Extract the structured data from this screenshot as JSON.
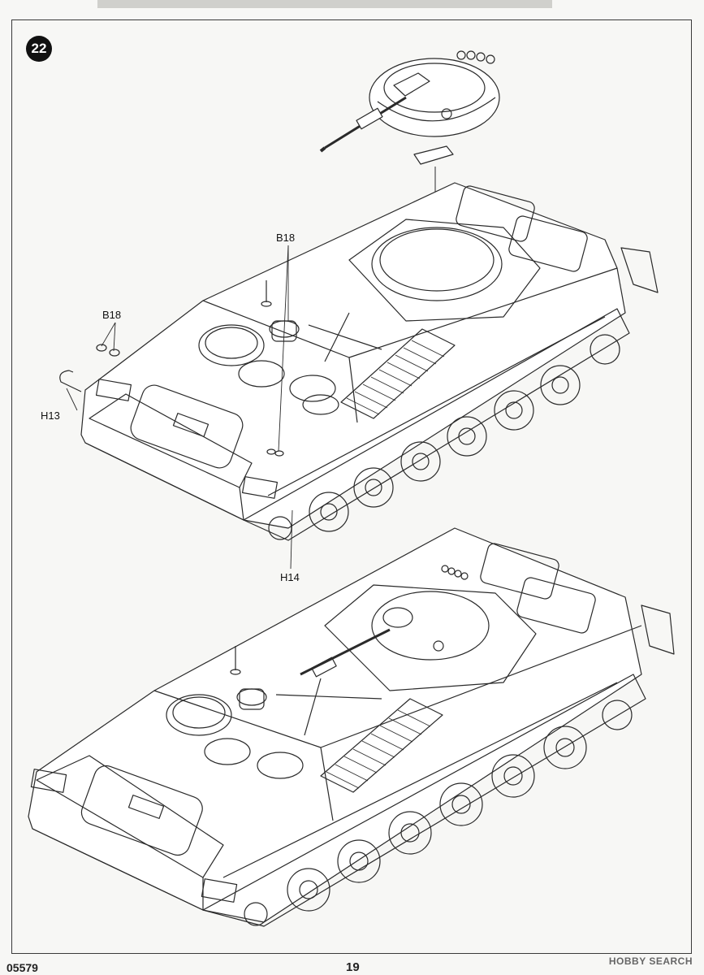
{
  "header": {
    "step_number": "22"
  },
  "callouts": {
    "b18_upper": "B18",
    "b18_lower": "B18",
    "h13": "H13",
    "h14": "H14"
  },
  "footer": {
    "product_code": "05579",
    "page_number": "19"
  },
  "watermark": {
    "text": "HOBBY SEARCH"
  },
  "colors": {
    "line": "#2a2a2a",
    "paper": "#f7f7f5",
    "badge": "#111111"
  }
}
